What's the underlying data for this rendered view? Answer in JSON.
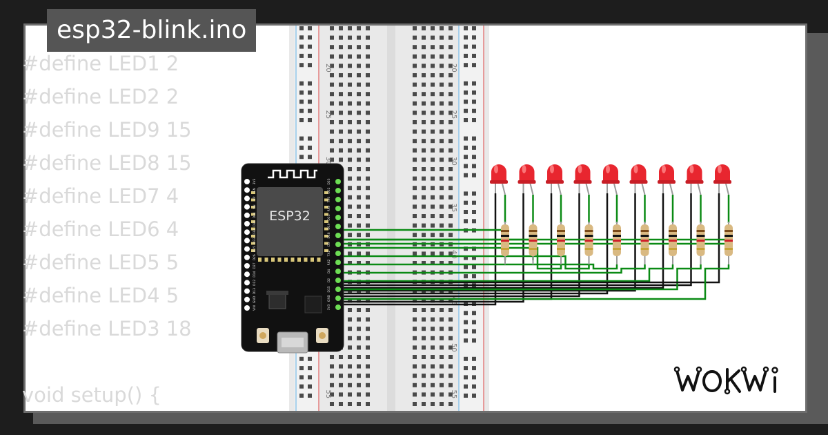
{
  "title": "esp32-blink.ino",
  "code_lines": [
    "#define LED1 2",
    "#define LED2 2",
    "#define LED9 15",
    "#define LED8 15",
    "#define LED7 4",
    "#define LED6 4",
    "#define LED5 5",
    "#define LED4 5",
    "#define LED3 18",
    "",
    "void setup() {"
  ],
  "breadboard": {
    "row_labels": [
      "20",
      "25",
      "30",
      "35",
      "40",
      "45",
      "50",
      "55"
    ]
  },
  "board": {
    "chip_label": "ESP32",
    "left_pins": [
      "3V3",
      "EN",
      "VP",
      "VN",
      "D34",
      "D35",
      "D32",
      "D33",
      "D25",
      "D26",
      "D27",
      "D14",
      "D12",
      "D13",
      "GND",
      "VIN"
    ],
    "right_pins": [
      "D23",
      "D22",
      "TX0",
      "RX0",
      "D21",
      "D19",
      "D18",
      "D5",
      "TX2",
      "RX2",
      "D4",
      "D2",
      "D15",
      "GND",
      "3V3"
    ]
  },
  "leds": {
    "count": 9,
    "color": "#e8262f"
  },
  "colors": {
    "wire_green": "#0a8a14",
    "wire_black": "#111111",
    "board": "#111111",
    "pin_green": "#6dde54"
  },
  "logo": "WOKWi"
}
